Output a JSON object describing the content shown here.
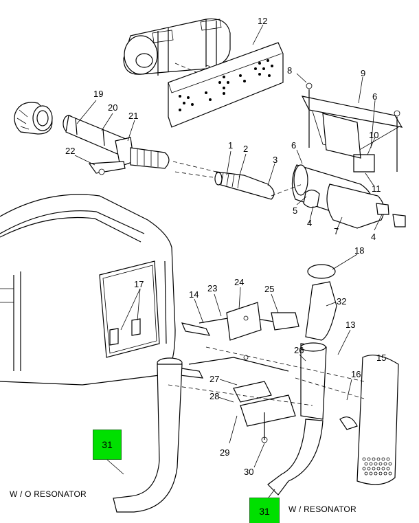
{
  "callouts": {
    "c1": "1",
    "c2": "2",
    "c3": "3",
    "c4a": "4",
    "c4b": "4",
    "c5": "5",
    "c6a": "6",
    "c6b": "6",
    "c7": "7",
    "c8": "8",
    "c9": "9",
    "c10": "10",
    "c11": "11",
    "c12": "12",
    "c13": "13",
    "c14": "14",
    "c15": "15",
    "c16": "16",
    "c17": "17",
    "c18": "18",
    "c19": "19",
    "c20": "20",
    "c21": "21",
    "c22": "22",
    "c23": "23",
    "c24": "24",
    "c25": "25",
    "c26": "26",
    "c27": "27",
    "c28": "28",
    "c29": "29",
    "c30": "30",
    "c32": "32"
  },
  "highlights": {
    "h31a": "31",
    "h31b": "31",
    "color": "#00e000"
  },
  "captions": {
    "without_resonator": "W / O RESONATOR",
    "with_resonator": "W /  RESONATOR"
  }
}
